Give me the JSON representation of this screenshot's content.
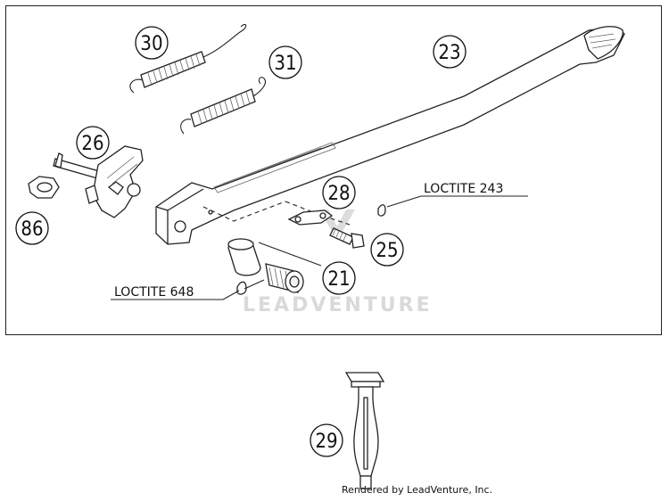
{
  "callouts": {
    "p30": "30",
    "p31": "31",
    "p23": "23",
    "p26": "26",
    "p86": "86",
    "p28": "28",
    "p25": "25",
    "p21": "21",
    "p29": "29"
  },
  "notes": {
    "loctite_243": "LOCTITE 243",
    "loctite_648": "LOCTITE 648"
  },
  "watermark": "LEADVENTURE",
  "footer": {
    "credit": "Rendered by LeadVenture, Inc."
  }
}
